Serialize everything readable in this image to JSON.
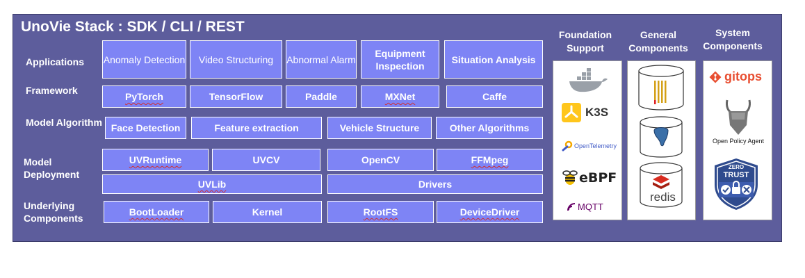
{
  "title": "UnoVie Stack : SDK / CLI / REST",
  "layers": {
    "applications": "Applications",
    "framework": "Framework",
    "model_algorithm": "Model Algorithm",
    "model_deployment": "Model Deployment",
    "underlying_components": "Underlying Components"
  },
  "applications": [
    "Anomaly Detection",
    "Video Structuring",
    "Abnormal Alarm",
    "Equipment Inspection",
    "Situation Analysis"
  ],
  "framework": [
    "PyTorch",
    "TensorFlow",
    "Paddle",
    "MXNet",
    "Caffe"
  ],
  "model_algorithm": [
    "Face Detection",
    "Feature extraction",
    "Vehicle Structure",
    "Other Algorithms"
  ],
  "model_deployment": [
    "UVRuntime",
    "UVCV",
    "OpenCV",
    "FFMpeg",
    "UVLib",
    "Drivers"
  ],
  "underlying_components": [
    "BootLoader",
    "Kernel",
    "RootFS",
    "DeviceDriver"
  ],
  "columns": {
    "foundation": {
      "header": "Foundation Support",
      "logos": {
        "k3s": "K3S",
        "opentelemetry": "OpenTelemetry",
        "ebpf": "eBPF",
        "mqtt": "MQTT"
      }
    },
    "general": {
      "header": "General Components",
      "logos": {
        "redis": "redis"
      }
    },
    "system": {
      "header": "System Components",
      "logos": {
        "gitops": "gitops",
        "opa": "Open Policy Agent",
        "zero": "ZERO",
        "trust": "TRUST"
      }
    }
  },
  "colors": {
    "panel": "#5d5d9c",
    "box": "#7e84f5",
    "border": "#ffffff",
    "spellcheck": "#d23030"
  }
}
